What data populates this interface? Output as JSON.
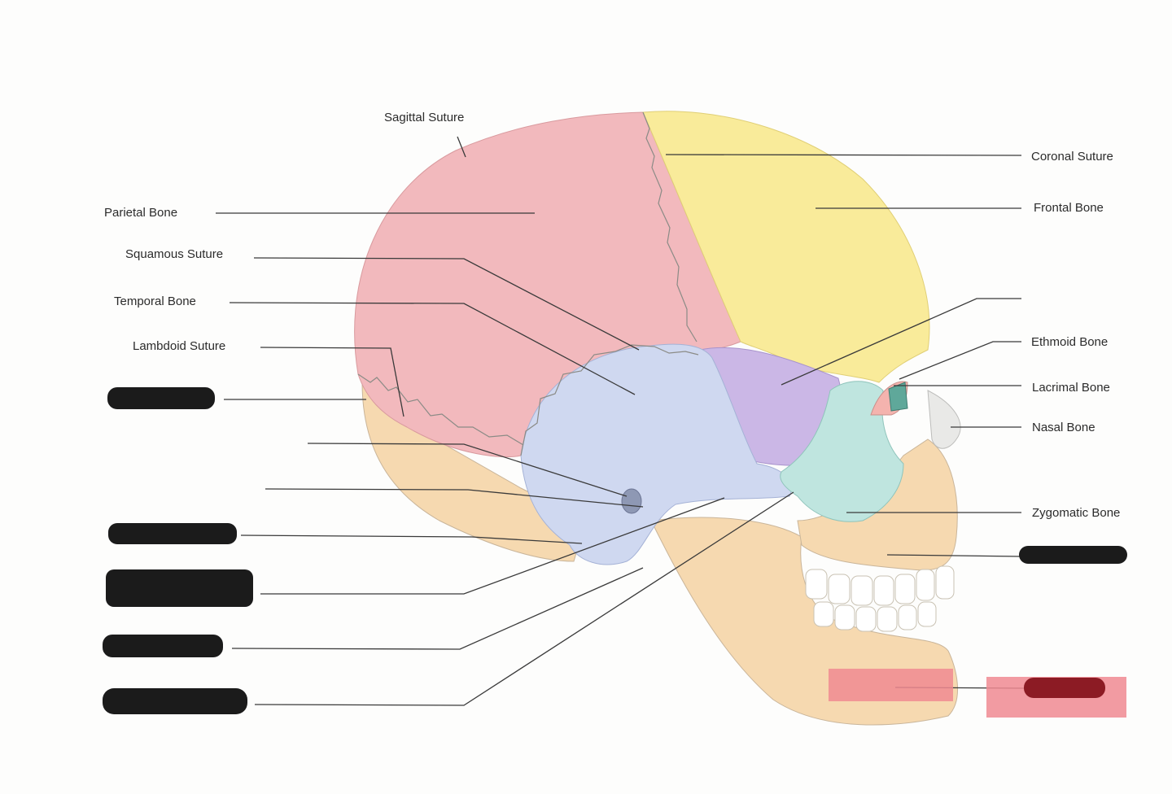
{
  "labels": {
    "sagittal_suture": "Sagittal Suture",
    "coronal_suture": "Coronal Suture",
    "parietal_bone": "Parietal Bone",
    "frontal_bone": "Frontal Bone",
    "squamous_suture": "Squamous Suture",
    "temporal_bone": "Temporal Bone",
    "lambdoid_suture": "Lambdoid Suture",
    "ethmoid_bone": "Ethmoid Bone",
    "lacrimal_bone": "Lacrimal Bone",
    "nasal_bone": "Nasal Bone",
    "zygomatic_bone": "Zygomatic Bone"
  },
  "colors": {
    "parietal": "#f2b9bd",
    "frontal": "#f9eb9a",
    "temporal": "#cfd8f0",
    "sphenoid": "#cbb7e6",
    "zygomatic": "#bfe5df",
    "occipital_mandible": "#f6d9b0",
    "redaction": "#1b1b1b",
    "pink_highlight": "#f08a92",
    "dark_red_mark": "#8c1b24"
  }
}
